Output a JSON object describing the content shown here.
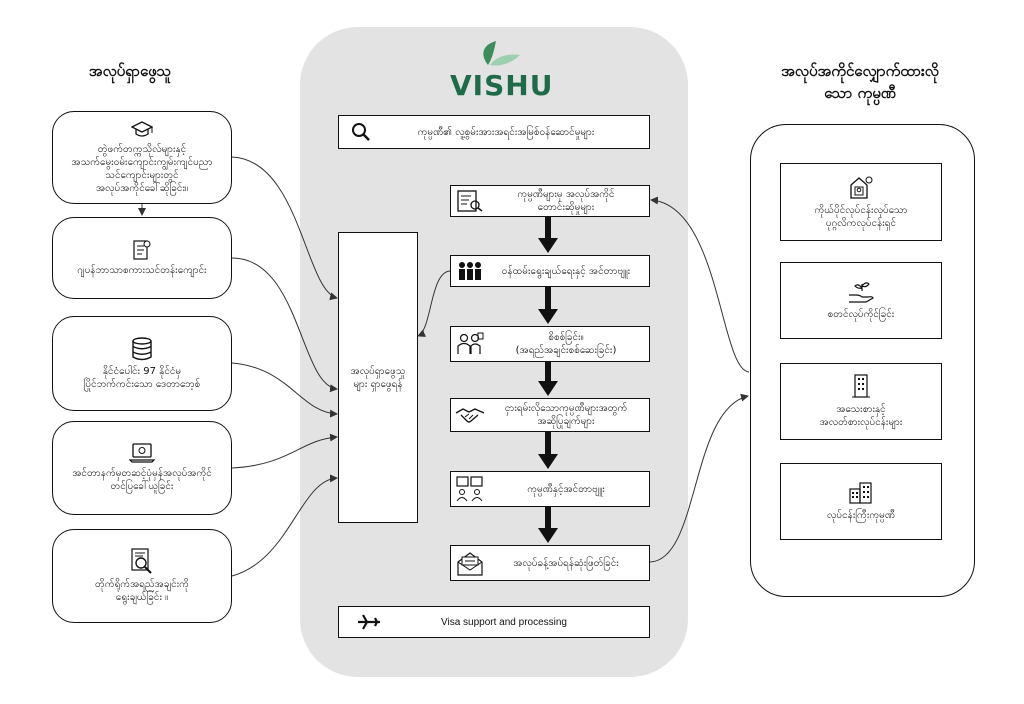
{
  "left_heading": "အလုပ်ရှာဖွေသူ",
  "right_heading_line1": "အလုပ်အကိုင်လျှောက်ထားလို",
  "right_heading_line2": "သော ကုမ္ပဏီ",
  "logo_text": "VISHU",
  "left_boxes": [
    {
      "icon": "graduation-cap-icon",
      "lines": [
        "တွဲဖက်တက္ကသိုလ်များနှင့်",
        "အသက်မွေးဝမ်းကျောင်းကျွမ်းကျင်ပညာ",
        "သင်ကျောင်းများတွင်",
        "အလုပ်အကိုင်ခေါ်ဆိုခြင်း။"
      ]
    },
    {
      "icon": "document-icon",
      "lines": [
        "ဂျပန်ဘာသာစကားသင်တန်းကျောင်း"
      ]
    },
    {
      "icon": "database-icon",
      "lines": [
        "နိုင်ငံပေါင်း 97 နိုင်ငံမှ",
        "ပြိုင်ဘက်ကင်းသော ဒေတာဘေ့စ်"
      ]
    },
    {
      "icon": "laptop-icon",
      "lines": [
        "အင်တာနက်မှတဆင့်ပုံမှန်အလုပ်အကိုင်",
        "တင်ပြခေါ်ယူခြင်း"
      ]
    },
    {
      "icon": "resume-search-icon",
      "lines": [
        "တိုက်ရိုက်အရည်အချင်းကို",
        "ရွေးချယ်ခြင်း ။"
      ]
    }
  ],
  "center": {
    "top_box": "ကုမ္ပဏီ၏ လူ့စွမ်းအားအရင်းအမြစ်ဝန်ဆောင်မှုများ",
    "job_seeker_box": [
      "အလုပ်ရှာဖွေသူ",
      "များ ရှာဖွေရန်"
    ],
    "steps": [
      {
        "icon": "job-posting-icon",
        "lines": [
          "ကုမ္ပဏီများမှ အလုပ်အကိုင်",
          "တောင်းဆိုမှုများ"
        ]
      },
      {
        "icon": "people-icon",
        "lines": [
          "ဝန်ထမ်းရွေးချယ်ရေးနှင့် အင်တာဗျူး"
        ]
      },
      {
        "icon": "inspection-icon",
        "lines": [
          "စိစစ်ခြင်း။",
          "(အရည်အချင်းစစ်ဆေးခြင်း)"
        ]
      },
      {
        "icon": "handshake-icon",
        "lines": [
          "ငှားရမ်းလိုသောကုမ္ပဏီများအတွက်",
          "အဆိုပြုချက်များ"
        ]
      },
      {
        "icon": "interview-icon",
        "lines": [
          "ကုမ္ပဏီနှင့်အင်တာဗျူး"
        ]
      },
      {
        "icon": "offer-letter-icon",
        "lines": [
          "အလုပ်ခန့်အပ်ရန်ဆုံးဖြတ်ခြင်း"
        ]
      }
    ],
    "visa_box": "Visa support and processing"
  },
  "right_boxes": [
    {
      "icon": "sole-proprietor-icon",
      "lines": [
        "ကိုယ်ပိုင်လုပ်ငန်းလုပ်သော",
        "ပုဂ္ဂလိကလုပ်ငန်းရှင်"
      ]
    },
    {
      "icon": "plant-hand-icon",
      "lines": [
        "စတင်လုပ်ကိုင်ခြင်း"
      ]
    },
    {
      "icon": "small-building-icon",
      "lines": [
        "အသေးစားနှင့်",
        "အလတ်စားလုပ်ငန်းများ"
      ]
    },
    {
      "icon": "large-company-icon",
      "lines": [
        "လုပ်ငန်းကြီးကုမ္ပဏီ"
      ]
    }
  ]
}
